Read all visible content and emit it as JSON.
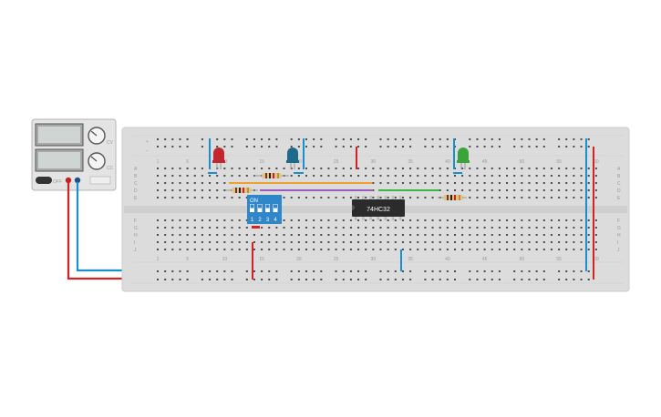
{
  "power_supply": {
    "knob_labels": [
      "CV",
      "CC"
    ],
    "panel_mark": "OFF"
  },
  "breadboard": {
    "column_numbers": [
      "1",
      "5",
      "10",
      "15",
      "20",
      "25",
      "30",
      "35",
      "40",
      "45",
      "50",
      "55",
      "60"
    ],
    "row_letters_top": [
      "A",
      "B",
      "C",
      "D",
      "E"
    ],
    "row_letters_bottom": [
      "F",
      "G",
      "H",
      "I",
      "J"
    ],
    "rail_signs": [
      "+",
      "−"
    ]
  },
  "chip": {
    "label": "74HC32"
  },
  "dip_switch": {
    "on_label": "ON",
    "positions": [
      "1",
      "2",
      "3",
      "4"
    ],
    "states": [
      true,
      true,
      true,
      true
    ]
  },
  "leds": [
    {
      "name": "red-led",
      "color": "#c1272d"
    },
    {
      "name": "blue-led",
      "color": "#1e6a8a"
    },
    {
      "name": "green-led",
      "color": "#3aa33a"
    }
  ],
  "colors": {
    "board": "#dcdcdc",
    "hole": "#4a4a4a",
    "wire_red": "#d32222",
    "wire_blue": "#1a8fcf",
    "wire_orange": "#f0a030",
    "wire_purple": "#9b59c6",
    "wire_green": "#3ab54a",
    "chip_body": "#2b2b2b"
  }
}
